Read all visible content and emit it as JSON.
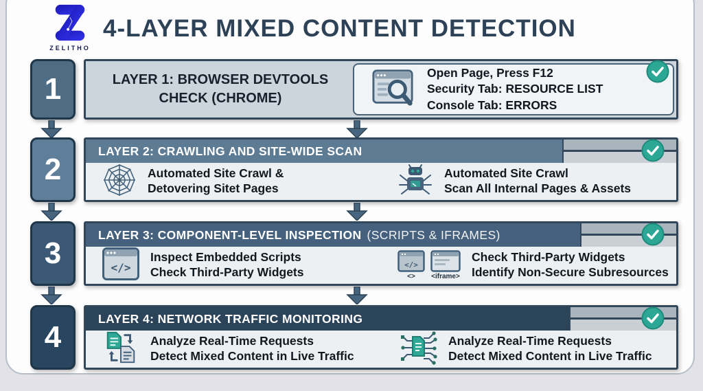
{
  "brand": {
    "name": "ZELITHO",
    "logo_icon": "zelitho-z-logo"
  },
  "title": "4-LAYER MIXED CONTENT DETECTION",
  "colors": {
    "accent_teal": "#2ca795",
    "slate_header_l2": "#5e7b94",
    "slate_header_l3": "#45617e",
    "slate_header_l4": "#2c4459",
    "number_1": "#4e6d85",
    "number_2": "#5e7e9a",
    "number_3": "#3b5975",
    "number_4": "#284660",
    "logo_blue": "#2a28d8",
    "title_text": "#2e4257"
  },
  "layer1": {
    "number": "1",
    "title_line1": "LAYER 1: BROWSER DEVTOOLS",
    "title_line2": "CHECK (CHROME)",
    "icon": "browser-search-icon",
    "status_icon": "check-circle-icon",
    "lines": [
      {
        "text": "Open Page, Press F12",
        "bold": ""
      },
      {
        "text": "Security Tab: ",
        "bold": "RESOURCE LIST"
      },
      {
        "text": "Console Tab: ",
        "bold": "ERRORS"
      }
    ]
  },
  "layer2": {
    "number": "2",
    "header_bold": "LAYER 2: CRAWLING AND SITE-WIDE SCAN",
    "header_light": "",
    "status_icon": "check-circle-icon",
    "items": [
      {
        "icon": "spider-web-icon",
        "line1": "Automated Site Crawl &",
        "line2": "Detovering Sitet Pages"
      },
      {
        "icon": "robot-crawler-icon",
        "line1": "Automated Site Crawl",
        "line2": "Scan All Internal Pages & Assets"
      }
    ]
  },
  "layer3": {
    "number": "3",
    "header_bold": "LAYER 3: COMPONENT-LEVEL INSPECTION",
    "header_light": "(SCRIPTS & IFRAMES)",
    "status_icon": "check-circle-icon",
    "items": [
      {
        "icon": "code-window-icon",
        "line1": "Inspect Embedded Scripts",
        "line2": "Check Third-Party Widgets"
      },
      {
        "icon": "iframe-windows-icon",
        "icon_label1": "<>",
        "icon_label2": "<iframe>",
        "line1": "Check Third-Party Widgets",
        "line2": "Identify Non-Secure Subresources"
      }
    ]
  },
  "layer4": {
    "number": "4",
    "header_bold": "LAYER 4: NETWORK TRAFFIC MONITORING",
    "header_light": "",
    "status_icon": "check-circle-icon",
    "items": [
      {
        "icon": "document-sync-icon",
        "line1": "Analyze Real-Time Requests",
        "line2": "Detect Mixed Content in Live Traffic"
      },
      {
        "icon": "document-network-icon",
        "line1": "Analyze Real-Time Requests",
        "line2": "Detect Mixed Content in Live Traffic"
      }
    ]
  }
}
